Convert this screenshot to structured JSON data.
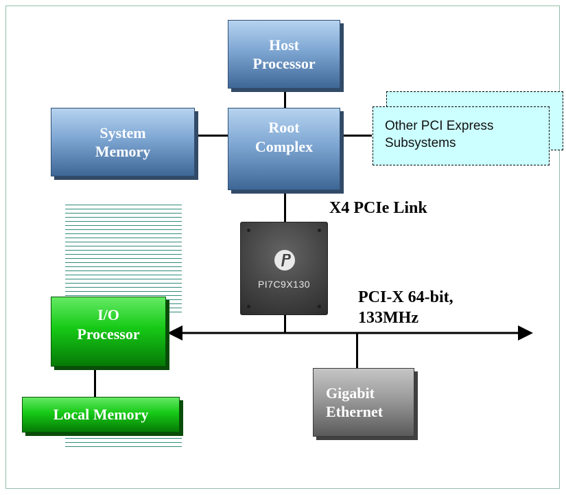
{
  "blocks": {
    "host_processor": "Host\nProcessor",
    "root_complex": "Root\nComplex",
    "system_memory": "System\nMemory",
    "io_processor": "I/O\nProcessor",
    "local_memory": "Local Memory",
    "gigabit_ethernet": "Gigabit\nEthernet"
  },
  "subsystems": {
    "label": "Other PCI Express\nSubsystems"
  },
  "chip": {
    "part_number": "PI7C9X130",
    "logo_icon": "pericom-logo-icon"
  },
  "links": {
    "pcie_link": "X4 PCIe Link",
    "pcix_bus": "PCI-X 64-bit,\n133MHz"
  },
  "colors": {
    "blue_block": "#5f8bbd",
    "green_block": "#16c916",
    "gray_block": "#8a8a8a",
    "subsystem_fill": "#ccffff",
    "frame_border": "#8fbfa8"
  }
}
